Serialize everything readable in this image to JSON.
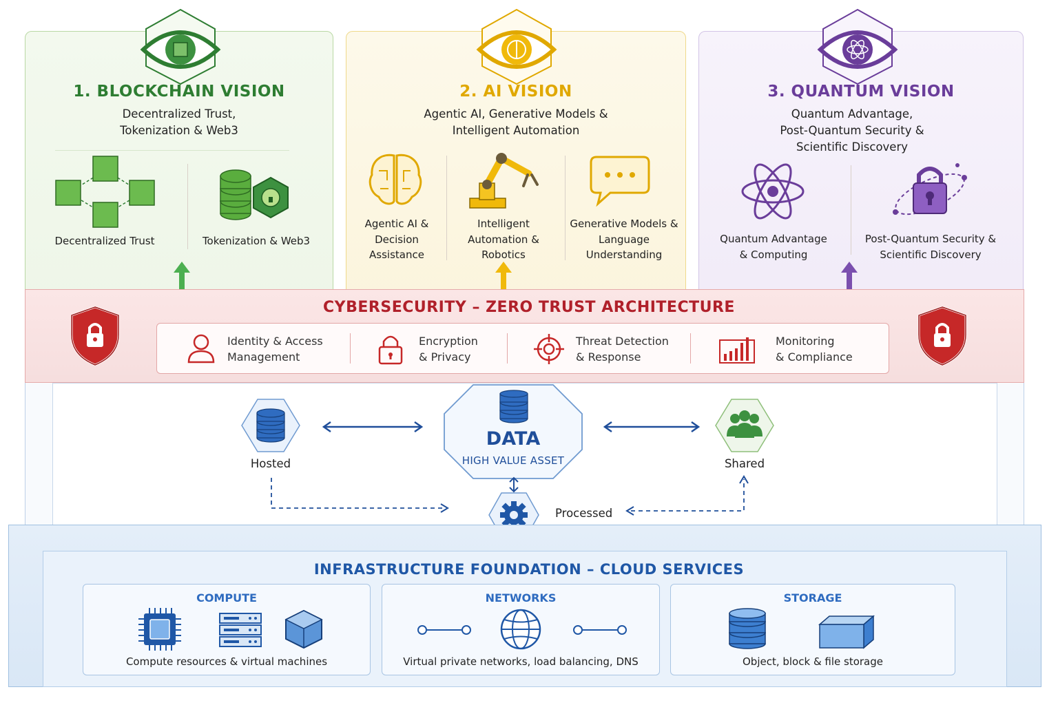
{
  "colors": {
    "blockchain": "#2e7d32",
    "ai": "#e0a800",
    "quantum": "#6a3d9a",
    "security": "#b0202a",
    "data": "#1f4e9a",
    "infrastructure": "#1f57a6"
  },
  "blockchain": {
    "title": "1. BLOCKCHAIN VISION",
    "subtitle_lines": [
      "Decentralized Trust,",
      "Tokenization & Web3"
    ],
    "items": [
      {
        "label": "Decentralized Trust",
        "icon": "network-cubes-icon"
      },
      {
        "label": "Tokenization & Web3",
        "icon": "token-stack-icon"
      }
    ]
  },
  "ai": {
    "title": "2. AI VISION",
    "subtitle_lines": [
      "Agentic AI, Generative Models &",
      "Intelligent Automation"
    ],
    "items": [
      {
        "label_lines": [
          "Agentic AI &",
          "Decision",
          "Assistance"
        ],
        "icon": "brain-icon"
      },
      {
        "label_lines": [
          "Intelligent",
          "Automation &",
          "Robotics"
        ],
        "icon": "robot-arm-icon"
      },
      {
        "label_lines": [
          "Generative Models &",
          "Language",
          "Understanding"
        ],
        "icon": "chat-bubble-icon"
      }
    ]
  },
  "quantum": {
    "title": "3. QUANTUM VISION",
    "subtitle_lines": [
      "Quantum Advantage,",
      "Post-Quantum Security &",
      "Scientific Discovery"
    ],
    "items": [
      {
        "label_lines": [
          "Quantum Advantage",
          "& Computing"
        ],
        "icon": "atom-icon"
      },
      {
        "label_lines": [
          "Post-Quantum Security &",
          "Scientific Discovery"
        ],
        "icon": "orbit-lock-icon"
      }
    ]
  },
  "security": {
    "title": "CYBERSECURITY – ZERO TRUST ARCHITECTURE",
    "items": [
      {
        "label_lines": [
          "Identity & Access",
          "Management"
        ],
        "icon": "user-icon"
      },
      {
        "label_lines": [
          "Encryption",
          "& Privacy"
        ],
        "icon": "padlock-icon"
      },
      {
        "label_lines": [
          "Threat Detection",
          "& Response"
        ],
        "icon": "crosshair-icon"
      },
      {
        "label_lines": [
          "Monitoring",
          "& Compliance"
        ],
        "icon": "bar-chart-icon"
      }
    ]
  },
  "data": {
    "title": "DATA",
    "subtitle": "HIGH VALUE ASSET",
    "nodes": {
      "hosted": "Hosted",
      "shared": "Shared",
      "processed": "Processed"
    }
  },
  "infrastructure": {
    "title": "INFRASTRUCTURE FOUNDATION – CLOUD SERVICES",
    "boxes": [
      {
        "heading": "COMPUTE",
        "description": "Compute resources & virtual machines"
      },
      {
        "heading": "NETWORKS",
        "description": "Virtual private networks, load balancing, DNS"
      },
      {
        "heading": "STORAGE",
        "description": "Object, block & file storage"
      }
    ]
  }
}
